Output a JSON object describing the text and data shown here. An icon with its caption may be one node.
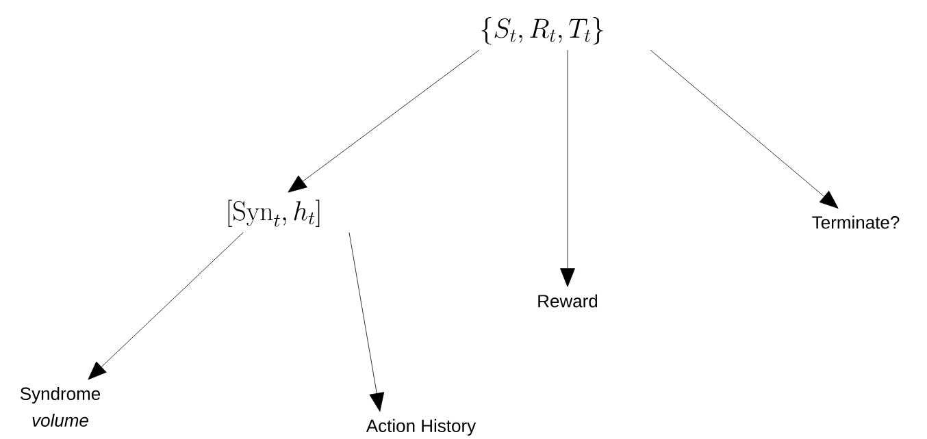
{
  "diagram": {
    "nodes": [
      {
        "text": [
          "\\{S_t, R_t, T_t\\}"
        ]
      },
      {
        "text": [
          "[\\mathrm{Syn}_t, h_t]"
        ]
      },
      {
        "text": [
          "Reward"
        ]
      },
      {
        "text": [
          "Terminate?"
        ]
      },
      {
        "text": [
          "Syndrome *volume*"
        ]
      },
      {
        "text": [
          "Action History"
        ]
      }
    ],
    "edges": [
      {
        "from": 0,
        "to": 1,
        "arrow": "to"
      },
      {
        "from": 0,
        "to": 2,
        "arrow": "to"
      },
      {
        "from": 0,
        "to": 3,
        "arrow": "to"
      },
      {
        "from": 1,
        "to": 4,
        "arrow": "to"
      },
      {
        "from": 1,
        "to": 5,
        "arrow": "to"
      }
    ]
  }
}
